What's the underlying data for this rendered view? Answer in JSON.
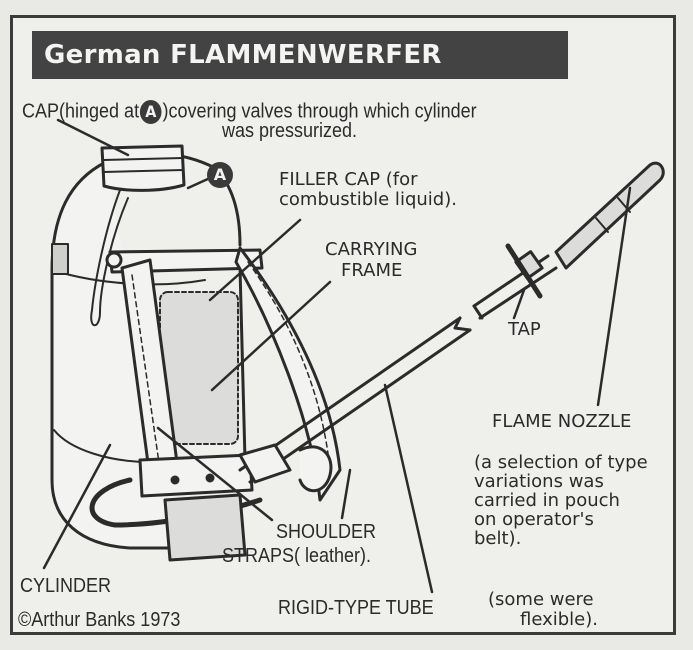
{
  "title": "German FLAMMENWERFER",
  "marker_letter": "A",
  "labels": {
    "cap_prefix": "CAP(hinged at",
    "cap_suffix": ")covering valves through which cylinder",
    "cap_line2": "was pressurized.",
    "filler_cap_line1": "FILLER CAP (for",
    "filler_cap_line2": "combustible liquid).",
    "carrying_frame_line1": "CARRYING",
    "carrying_frame_line2": "FRAME",
    "tap": "TAP",
    "flame_nozzle": "FLAME NOZZLE",
    "nozzle_note": "(a selection of type\nvariations was\ncarried in pouch\non operator's\nbelt).",
    "shoulder_straps_line1": "SHOULDER",
    "shoulder_straps_line2": "STRAPS( leather).",
    "cylinder": "CYLINDER",
    "rigid_tube": "RIGID-TYPE TUBE",
    "tube_note_line1": "(some were",
    "tube_note_line2": "flexible).",
    "credit": "©Arthur Banks 1973"
  },
  "colors": {
    "paper": "#efefec",
    "ink": "#2b2b2b",
    "title_bg": "#444343",
    "title_fg": "#f4f4f2"
  }
}
